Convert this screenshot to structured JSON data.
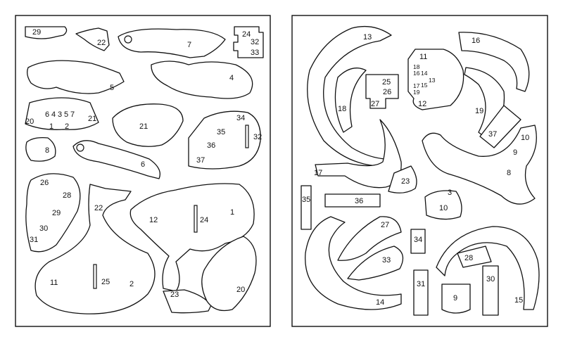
{
  "sheets": [
    {
      "name": "left-sheet",
      "labels": [
        "29",
        "22",
        "7",
        "24",
        "32",
        "33",
        "5",
        "4",
        "6",
        "4",
        "3",
        "5",
        "7",
        "20",
        "1",
        "2",
        "21",
        "21",
        "34",
        "35",
        "32",
        "36",
        "37",
        "8",
        "6",
        "26",
        "28",
        "29",
        "30",
        "31",
        "22",
        "12",
        "24",
        "1",
        "11",
        "25",
        "2",
        "23",
        "20"
      ]
    },
    {
      "name": "right-sheet",
      "labels": [
        "13",
        "16",
        "11",
        "18",
        "16",
        "14",
        "13",
        "17",
        "15",
        "19",
        "25",
        "26",
        "27",
        "12",
        "18",
        "19",
        "37",
        "10",
        "9",
        "8",
        "17",
        "23",
        "3",
        "10",
        "35",
        "36",
        "27",
        "34",
        "33",
        "28",
        "31",
        "30",
        "14",
        "9",
        "15"
      ]
    }
  ],
  "colors": {
    "line": "#111111",
    "background": "#ffffff"
  }
}
